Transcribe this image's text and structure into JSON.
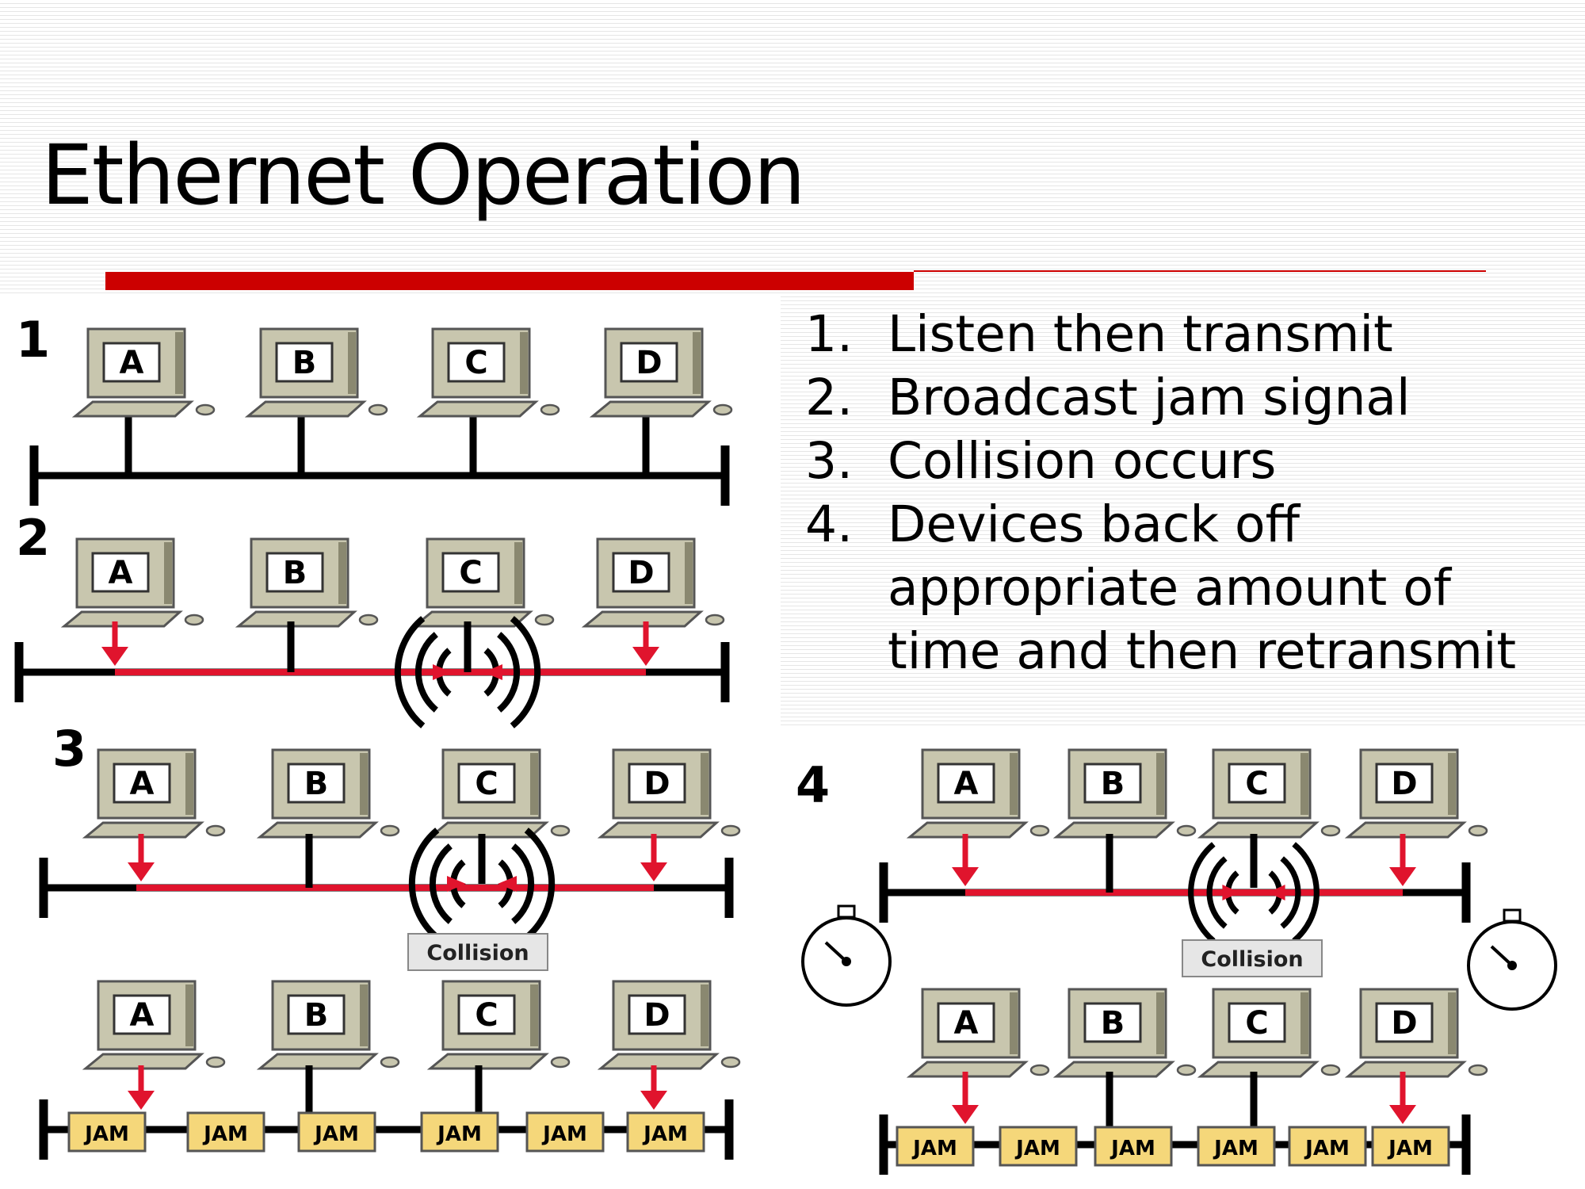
{
  "title": "Ethernet Operation",
  "colors": {
    "accent": "#cc0000",
    "signal": "#e0142d",
    "jam_fill": "#f5d77a",
    "monitor": "#c8c6ae"
  },
  "steps": [
    {
      "num": "1.",
      "text": "Listen then transmit"
    },
    {
      "num": "2.",
      "text": "Broadcast jam signal"
    },
    {
      "num": "3.",
      "text": "Collision occurs"
    },
    {
      "num": "4.",
      "text": "Devices back off appropriate amount of time and then retransmit"
    }
  ],
  "panels": [
    {
      "label": "1"
    },
    {
      "label": "2"
    },
    {
      "label": "3"
    },
    {
      "label": "4"
    }
  ],
  "hosts": [
    "A",
    "B",
    "C",
    "D"
  ],
  "collision_label": "Collision",
  "jam_label": "JAM",
  "icons": {
    "collision": "collision-wave-icon",
    "timer": "stopwatch-icon",
    "host": "computer-icon"
  }
}
